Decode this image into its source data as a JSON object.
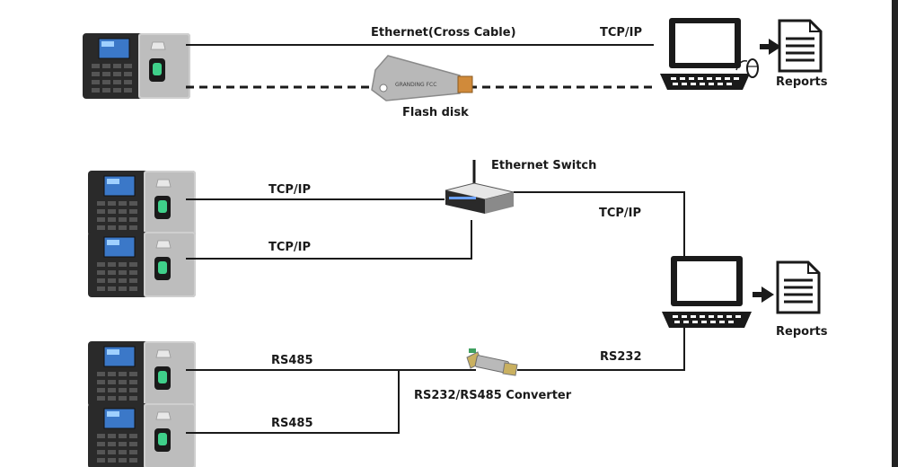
{
  "labels": {
    "ethernet_cross": "Ethernet(Cross Cable)",
    "tcpip_top": "TCP/IP",
    "flash_disk": "Flash disk",
    "flash_brand": "GRANDING FCC",
    "reports_top": "Reports",
    "ethernet_switch": "Ethernet Switch",
    "tcpip_dev1": "TCP/IP",
    "tcpip_dev2": "TCP/IP",
    "tcpip_switch_pc": "TCP/IP",
    "reports_bottom": "Reports",
    "rs485_1": "RS485",
    "rs485_2": "RS485",
    "rs232": "RS232",
    "converter": "RS232/RS485 Converter"
  },
  "colors": {
    "line": "#1a1a1a",
    "device_body": "#2a2a2a",
    "device_panel": "#c9c9c9",
    "screen": "#3b78c8",
    "fingerprint_led": "#3fd08a"
  }
}
